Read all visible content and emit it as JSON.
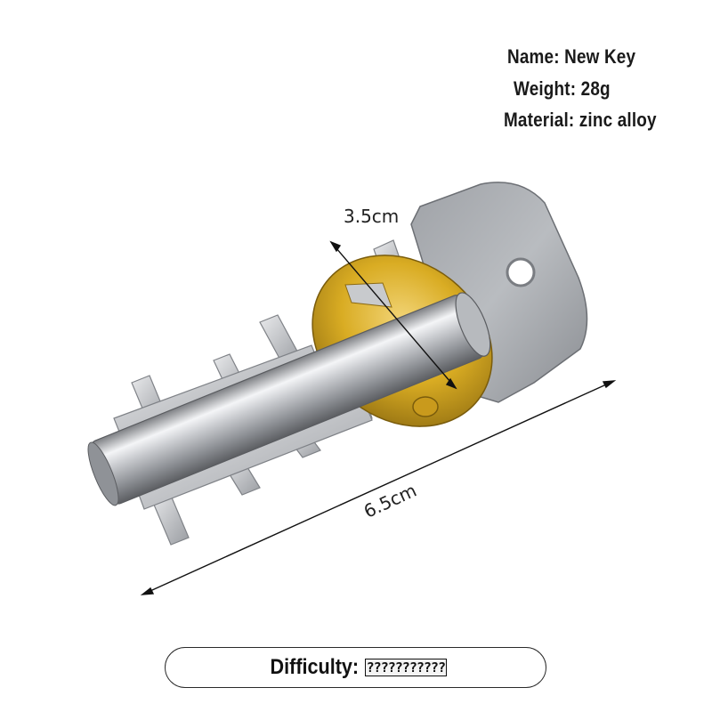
{
  "specs": {
    "name": "Name: New Key",
    "weight": "Weight: 28g",
    "material": "Material: zinc alloy"
  },
  "dimensions": {
    "diameter": "3.5cm",
    "length": "6.5cm"
  },
  "difficulty": {
    "label": "Difficulty:",
    "value": "???????????"
  },
  "colors": {
    "silver": "#c9cbcf",
    "gold": "#d9ac23",
    "text": "#1a1a1a"
  }
}
